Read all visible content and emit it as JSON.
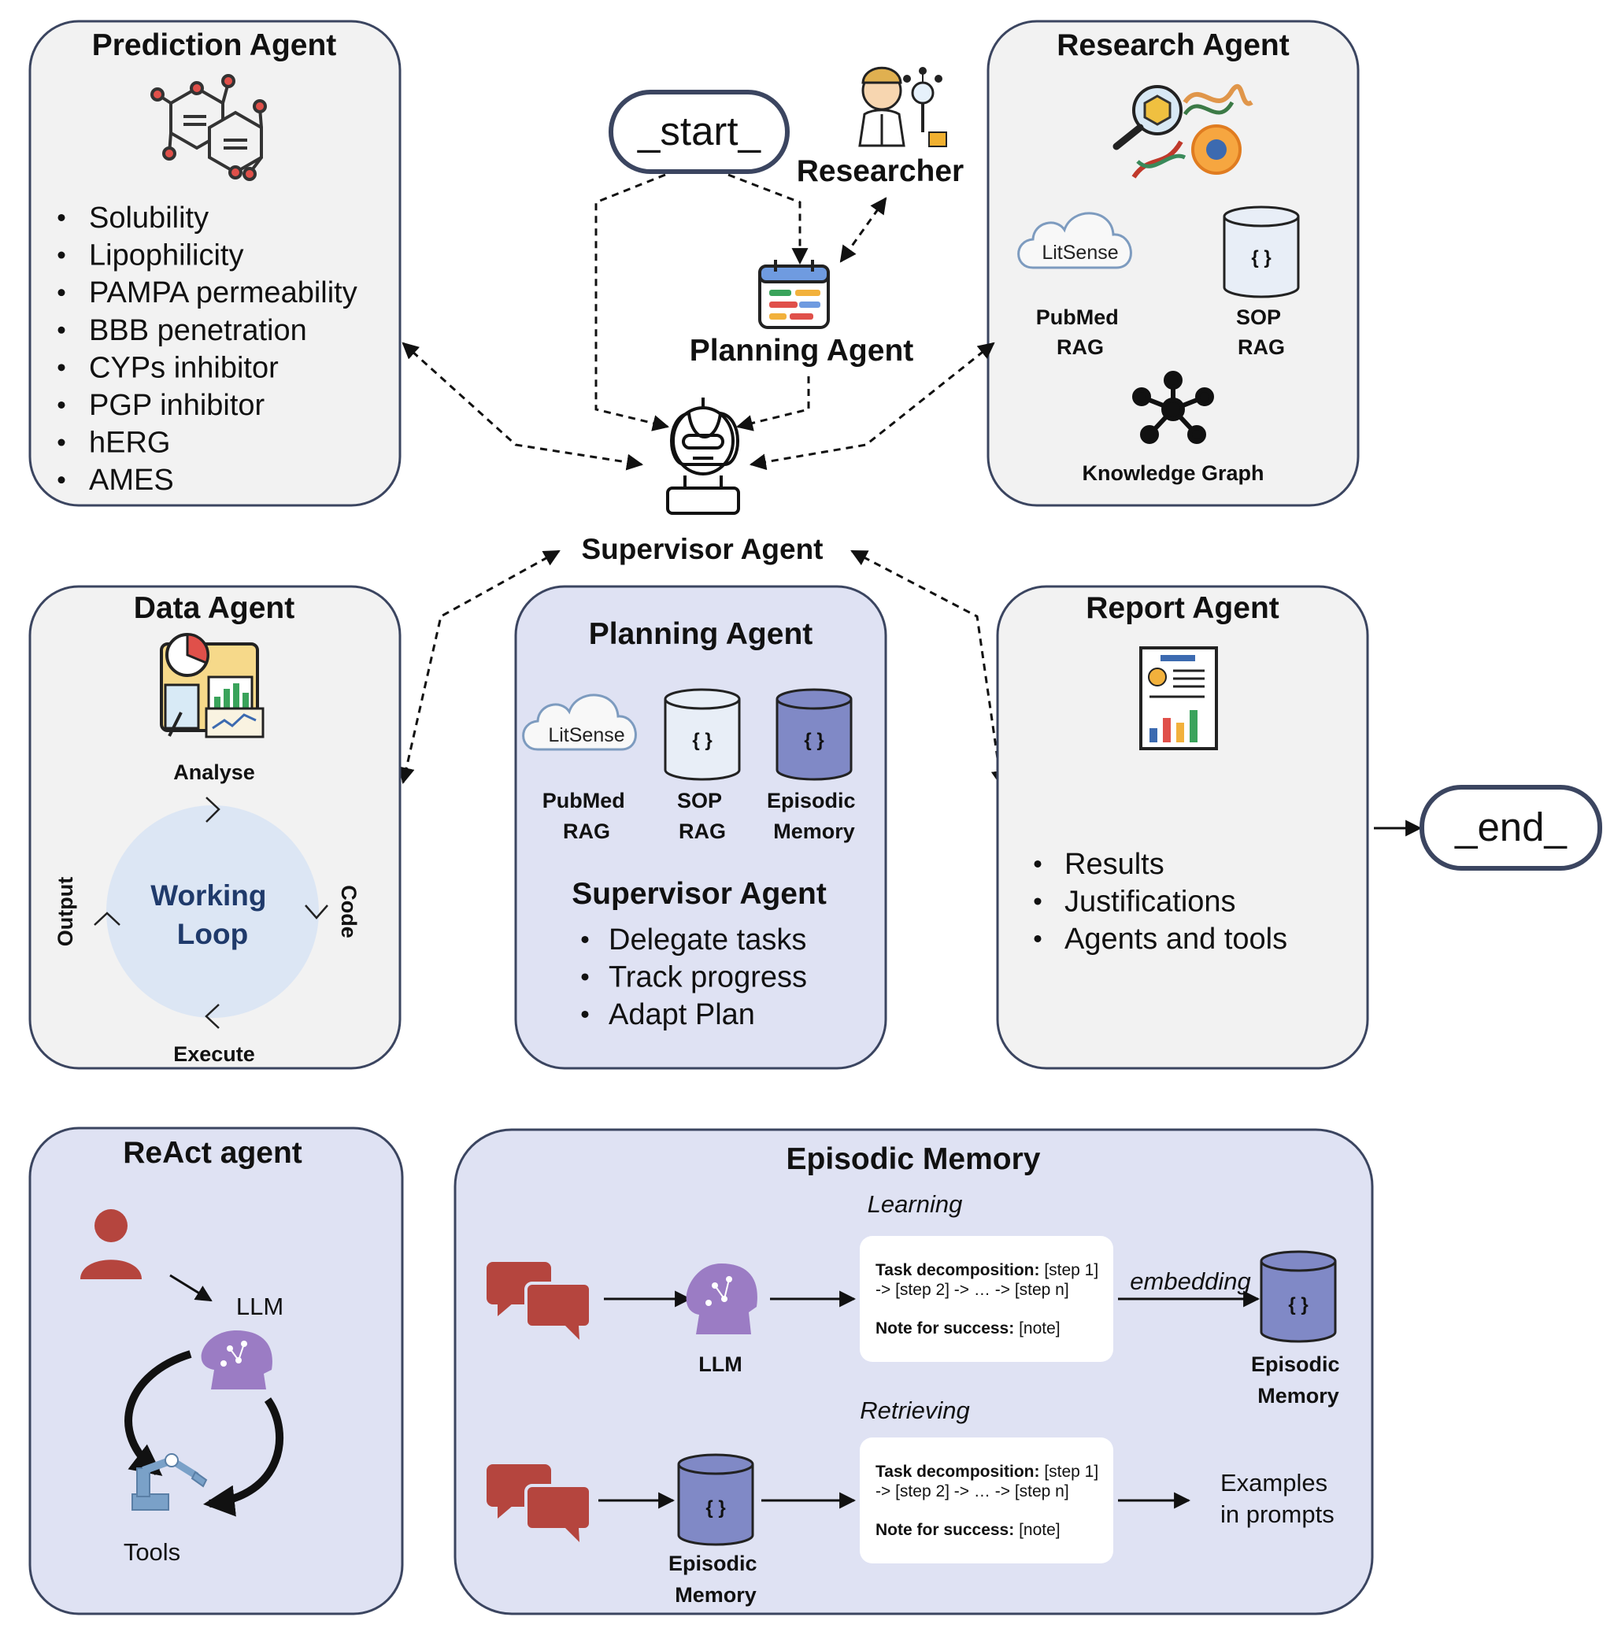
{
  "prediction_agent": {
    "title": "Prediction Agent",
    "items": [
      "Solubility",
      "Lipophilicity",
      "PAMPA permeability",
      "BBB penetration",
      "CYPs inhibitor",
      "PGP inhibitor",
      "hERG",
      "AMES"
    ]
  },
  "top_flow": {
    "start_label": "_start_",
    "researcher_label": "Researcher",
    "planning_label": "Planning Agent",
    "supervisor_label": "Supervisor Agent"
  },
  "research_agent": {
    "title": "Research Agent",
    "litsense_text": "LitSense",
    "pubmed_label": [
      "PubMed",
      "RAG"
    ],
    "sop_label": [
      "SOP",
      "RAG"
    ],
    "db_glyph": "{ }",
    "kg_label": "Knowledge Graph"
  },
  "data_agent": {
    "title": "Data Agent",
    "analyse": "Analyse",
    "code": "Code",
    "execute": "Execute",
    "output": "Output",
    "loop_label": [
      "Working",
      "Loop"
    ]
  },
  "planning_panel": {
    "title": "Planning Agent",
    "litsense_text": "LitSense",
    "pubmed_label": [
      "PubMed",
      "RAG"
    ],
    "sop_label": [
      "SOP",
      "RAG"
    ],
    "episodic_label": [
      "Episodic",
      "Memory"
    ],
    "db_glyph": "{ }",
    "supervisor_title": "Supervisor Agent",
    "supervisor_items": [
      "Delegate tasks",
      "Track progress",
      "Adapt Plan"
    ]
  },
  "report_agent": {
    "title": "Report Agent",
    "items": [
      "Results",
      "Justifications",
      "Agents and tools"
    ],
    "end_label": "_end_"
  },
  "react_agent": {
    "title": "ReAct agent",
    "llm_label": "LLM",
    "tools_label": "Tools"
  },
  "episodic_memory": {
    "title": "Episodic Memory",
    "learning_label": "Learning",
    "retrieving_label": "Retrieving",
    "llm_label": "LLM",
    "embedding_label": "embedding",
    "memory_label": [
      "Episodic",
      "Memory"
    ],
    "db_glyph": "{ }",
    "card": {
      "task_key": "Task decomposition:",
      "task_line1_rest": " [step 1]",
      "task_line2": "-> [step 2] -> … -> [step n]",
      "note_key": "Note for success:",
      "note_rest": " [note]"
    },
    "examples_label": [
      "Examples",
      "in prompts"
    ]
  },
  "colors": {
    "panel_gray": "#f2f2f2",
    "panel_lavender": "#dfe2f3",
    "outline": "#3b4560",
    "db_dark": "#8089c6",
    "db_light": "#e8eef7",
    "loop_fill": "#dce6f4",
    "loop_text": "#1f3a6b",
    "chat_red": "#b5453e",
    "brain_purple": "#9b7cc4"
  }
}
